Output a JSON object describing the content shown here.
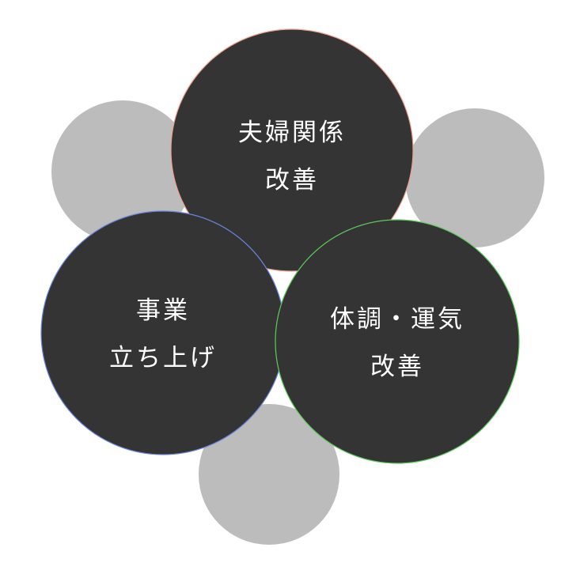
{
  "colors": {
    "dark_fill": "#343434",
    "gray_fill": "#bcbcbc",
    "top_border": "#f0a090",
    "left_border": "#6c86e0",
    "right_border": "#5ccc5c",
    "text": "#ffffff"
  },
  "circles": {
    "top": {
      "lines": [
        "夫婦関係",
        "改善"
      ]
    },
    "left": {
      "lines": [
        "事業",
        "立ち上げ"
      ]
    },
    "right": {
      "lines": [
        "体調・運気",
        "改善"
      ]
    }
  }
}
